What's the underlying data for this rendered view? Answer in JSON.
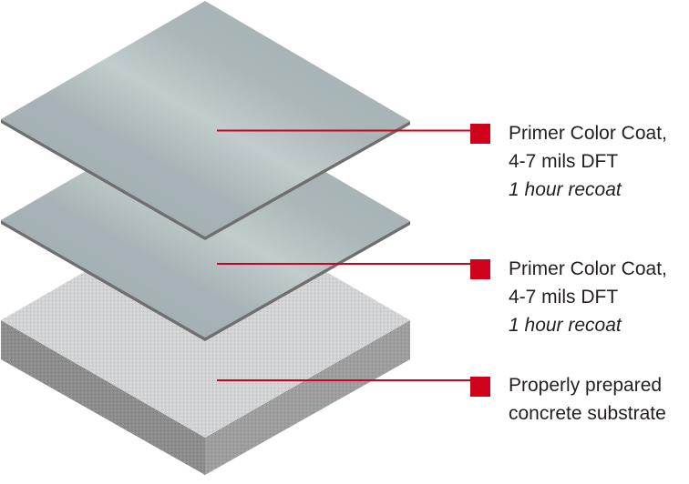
{
  "colors": {
    "accent": "#d0021b",
    "coat": "#a3b0b3",
    "coat_light": "#c0cbcc",
    "concrete_top": "#d2d4d5",
    "concrete_side": "#8b8b8b"
  },
  "layers": [
    {
      "name": "Primer Color Coat,",
      "spec": "4-7 mils DFT",
      "note": "1 hour recoat"
    },
    {
      "name": "Primer Color Coat,",
      "spec": "4-7 mils DFT",
      "note": "1 hour recoat"
    },
    {
      "name": "Properly prepared",
      "spec": "concrete substrate"
    }
  ]
}
